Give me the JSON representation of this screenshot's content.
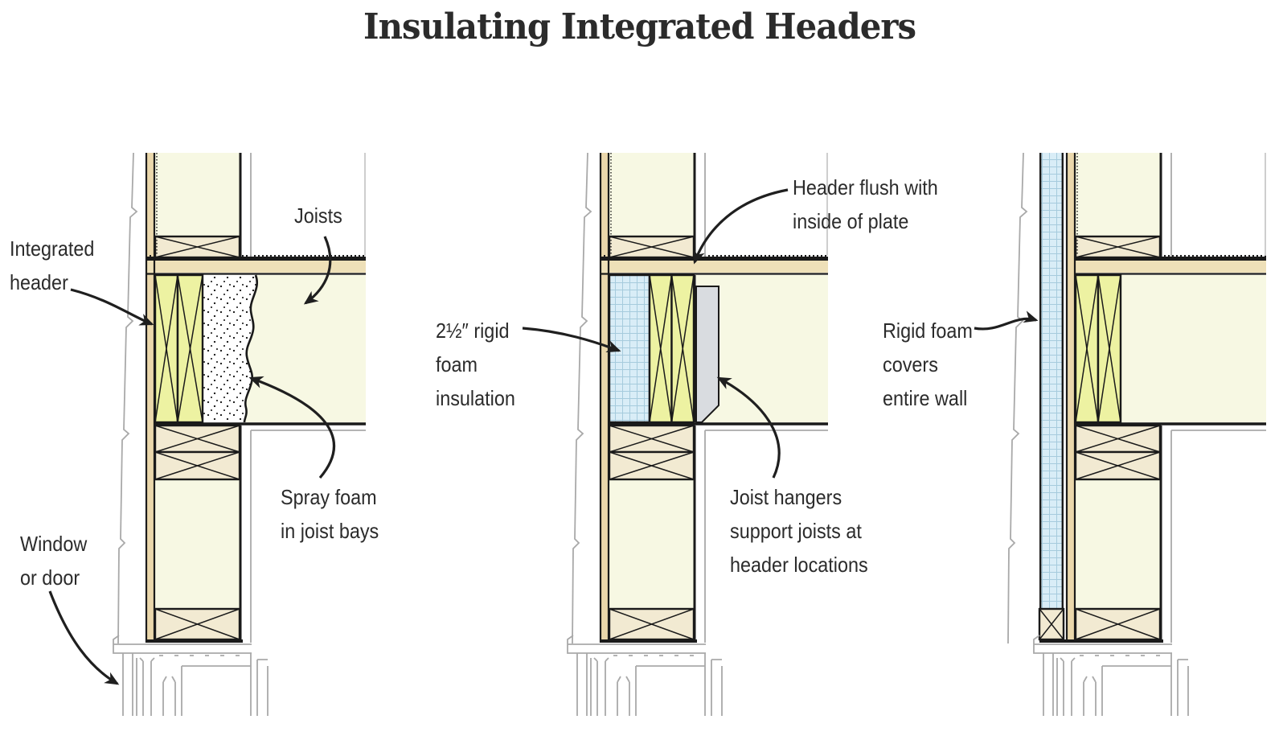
{
  "title": "Insulating Integrated Headers",
  "panels": {
    "left": {
      "integrated_header": "Integrated\nheader",
      "joists": "Joists",
      "spray_foam": "Spray foam\nin joist bays",
      "window_or_door": "Window\nor door"
    },
    "middle": {
      "header_flush": "Header flush with\ninside of plate",
      "rigid_foam_insulation": "2½″ rigid\nfoam\ninsulation",
      "joist_hangers": "Joist hangers\nsupport joists at\nheader locations"
    },
    "right": {
      "rigid_foam_covers": "Rigid foam\ncovers\nentire wall"
    }
  },
  "colors": {
    "line_black": "#1a1a1a",
    "wall_cream": "#f7f8e3",
    "plate_tan": "#f2ead2",
    "header_yellow": "#edf2a2",
    "sheathing_tan": "#ead7ab",
    "subfloor_tan": "#eee0b8",
    "rigid_foam_blue": "#d9edf7",
    "joist_hanger_gray": "#d9dce0",
    "ghost_gray": "#a9a9a9",
    "text": "#2b2b2b"
  }
}
